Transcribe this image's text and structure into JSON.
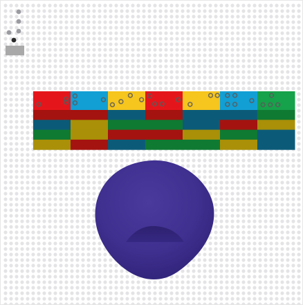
{
  "colors": {
    "background": "#ffffff",
    "dot_grid": "#e4e4e6",
    "side_dot": "#9b9ba2",
    "side_dot_active": "#2a2a2a",
    "side_bar": "#a9a9a9",
    "red": "#e5161b",
    "blue": "#129fd4",
    "yellow": "#f6c51e",
    "green": "#16a24a",
    "dark_red": "#a4130f",
    "dark_teal": "#0b5b78",
    "dark_yellow": "#a99008",
    "dark_green": "#0f7a32",
    "pip": "#5a5a5a",
    "blob_main": "#3f2f8f",
    "blob_light": "#5442a8",
    "blob_shadow": "#2b1f6b"
  },
  "header_tiles": [
    {
      "color": "red",
      "pips": "one-low"
    },
    {
      "color": "blue",
      "pips": "one-high"
    },
    {
      "color": "yellow",
      "pips": "two-diag"
    },
    {
      "color": "red",
      "pips": "two-low"
    },
    {
      "color": "yellow",
      "pips": "two-high"
    },
    {
      "color": "blue",
      "pips": "four"
    },
    {
      "color": "green",
      "pips": "three"
    }
  ],
  "grid_rows": [
    [
      "dark_red",
      "dark_red",
      "dark_teal",
      "dark_red",
      "dark_teal",
      "dark_teal",
      "dark_green"
    ],
    [
      "dark_teal",
      "dark_yellow",
      "dark_green",
      "dark_green",
      "dark_teal",
      "dark_red",
      "dark_yellow"
    ],
    [
      "dark_green",
      "dark_yellow",
      "dark_red",
      "dark_red",
      "dark_yellow",
      "dark_green",
      "dark_teal"
    ],
    [
      "dark_yellow",
      "dark_red",
      "dark_teal",
      "dark_green",
      "dark_green",
      "dark_yellow",
      "dark_teal"
    ]
  ],
  "side_dots": [
    {
      "state": "idle"
    },
    {
      "state": "idle"
    },
    {
      "state": "idle"
    },
    {
      "state": "idle"
    },
    {
      "state": "active"
    }
  ],
  "icons": {
    "blob": "purple-blob-icon",
    "side_bar": "menu-bar-icon"
  }
}
